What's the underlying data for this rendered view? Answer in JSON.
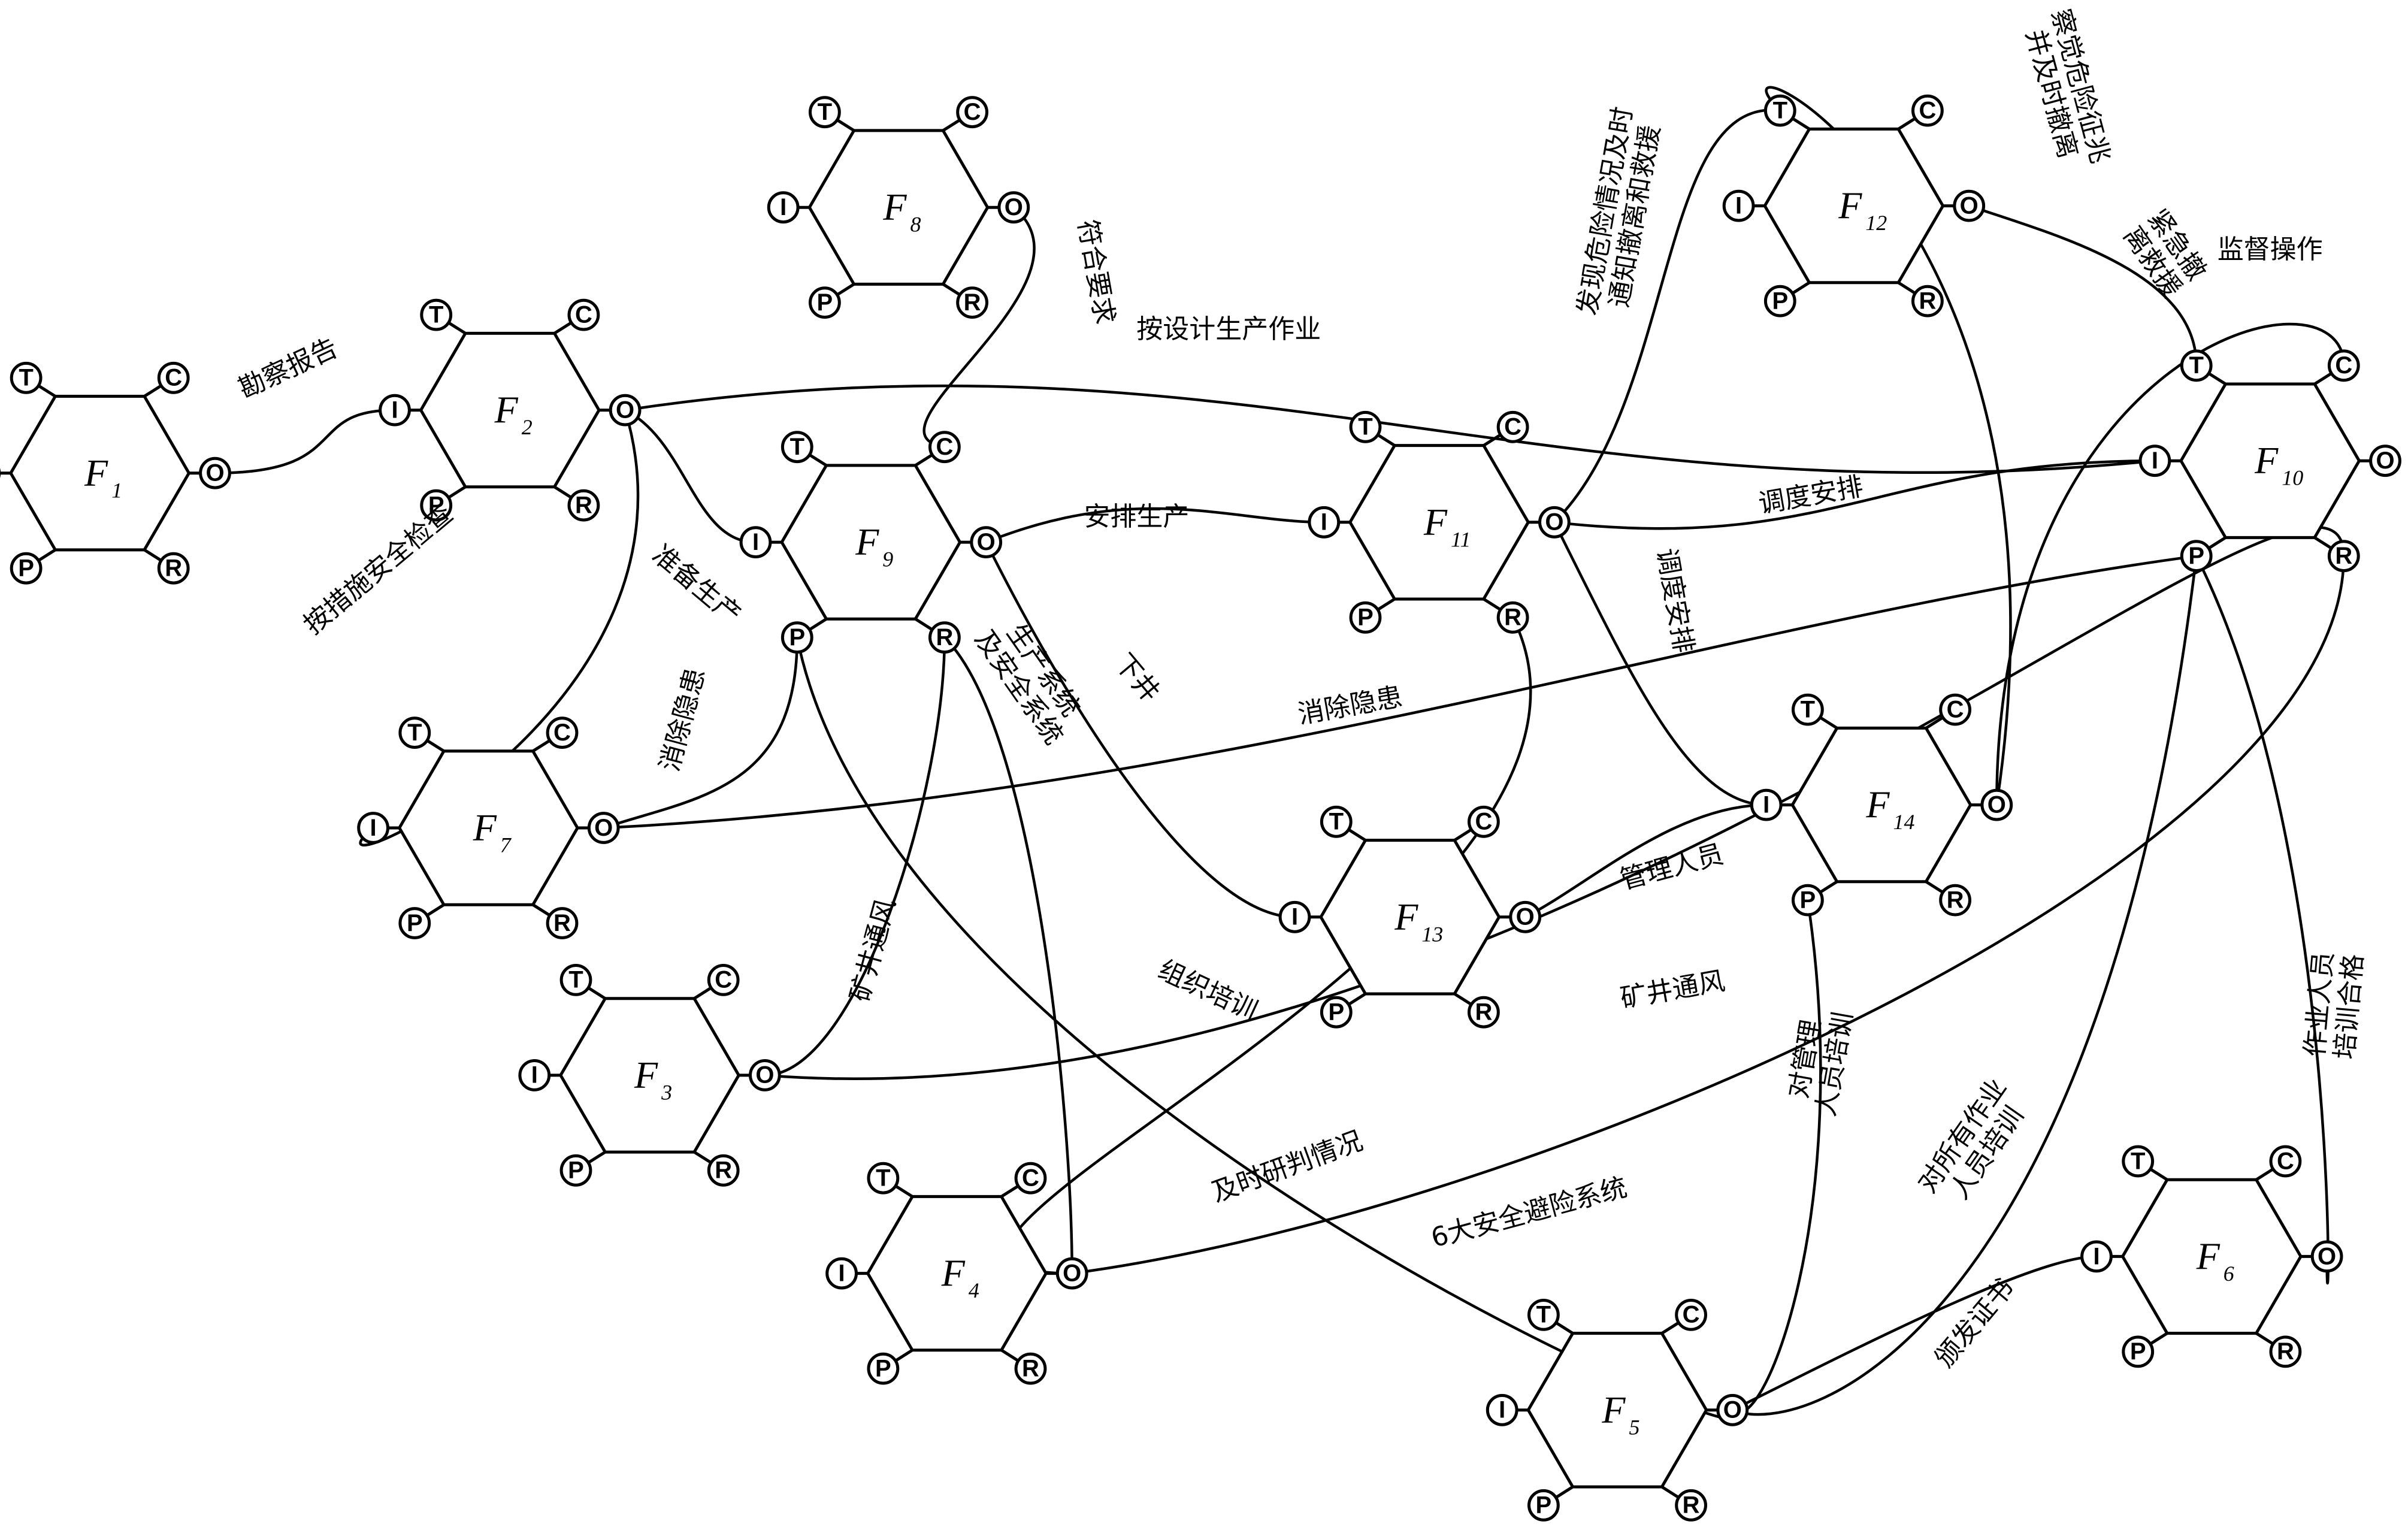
{
  "nodes": [
    {
      "id": "F1",
      "letter": "F",
      "sub": "1"
    },
    {
      "id": "F2",
      "letter": "F",
      "sub": "2"
    },
    {
      "id": "F3",
      "letter": "F",
      "sub": "3"
    },
    {
      "id": "F4",
      "letter": "F",
      "sub": "4"
    },
    {
      "id": "F5",
      "letter": "F",
      "sub": "5"
    },
    {
      "id": "F6",
      "letter": "F",
      "sub": "6"
    },
    {
      "id": "F7",
      "letter": "F",
      "sub": "7"
    },
    {
      "id": "F8",
      "letter": "F",
      "sub": "8"
    },
    {
      "id": "F9",
      "letter": "F",
      "sub": "9"
    },
    {
      "id": "F10",
      "letter": "F",
      "sub": "10"
    },
    {
      "id": "F11",
      "letter": "F",
      "sub": "11"
    },
    {
      "id": "F12",
      "letter": "F",
      "sub": "12"
    },
    {
      "id": "F13",
      "letter": "F",
      "sub": "13"
    },
    {
      "id": "F14",
      "letter": "F",
      "sub": "14"
    }
  ],
  "aspects": [
    "T",
    "C",
    "I",
    "O",
    "P",
    "R"
  ],
  "connections": [
    {
      "label": "勘察报告"
    },
    {
      "label": "按设计生产作业"
    },
    {
      "label": "准备生产"
    },
    {
      "label": "按措施安全检查"
    },
    {
      "label": "符合要求"
    },
    {
      "label": "安排生产"
    },
    {
      "label": "调度安排"
    },
    {
      "label": "调度安排"
    },
    {
      "label": "下井"
    },
    {
      "label": "发现危险情况及时\n通知撤离和救援"
    },
    {
      "label": "察觉危险征兆\n并及时撤离"
    },
    {
      "label": "紧急撤\n离救援"
    },
    {
      "label": "监督操作"
    },
    {
      "label": "消除隐患"
    },
    {
      "label": "消除隐患"
    },
    {
      "label": "生产系统\n及安全系统"
    },
    {
      "label": "矿井通风"
    },
    {
      "label": "矿井通风"
    },
    {
      "label": "组织培训"
    },
    {
      "label": "管理人员"
    },
    {
      "label": "及时研判情况"
    },
    {
      "label": "6大安全避险系统"
    },
    {
      "label": "对管理\n人员培训"
    },
    {
      "label": "对所有作业\n人员培训"
    },
    {
      "label": "作业人员\n培训合格"
    },
    {
      "label": "颁发证书"
    }
  ]
}
